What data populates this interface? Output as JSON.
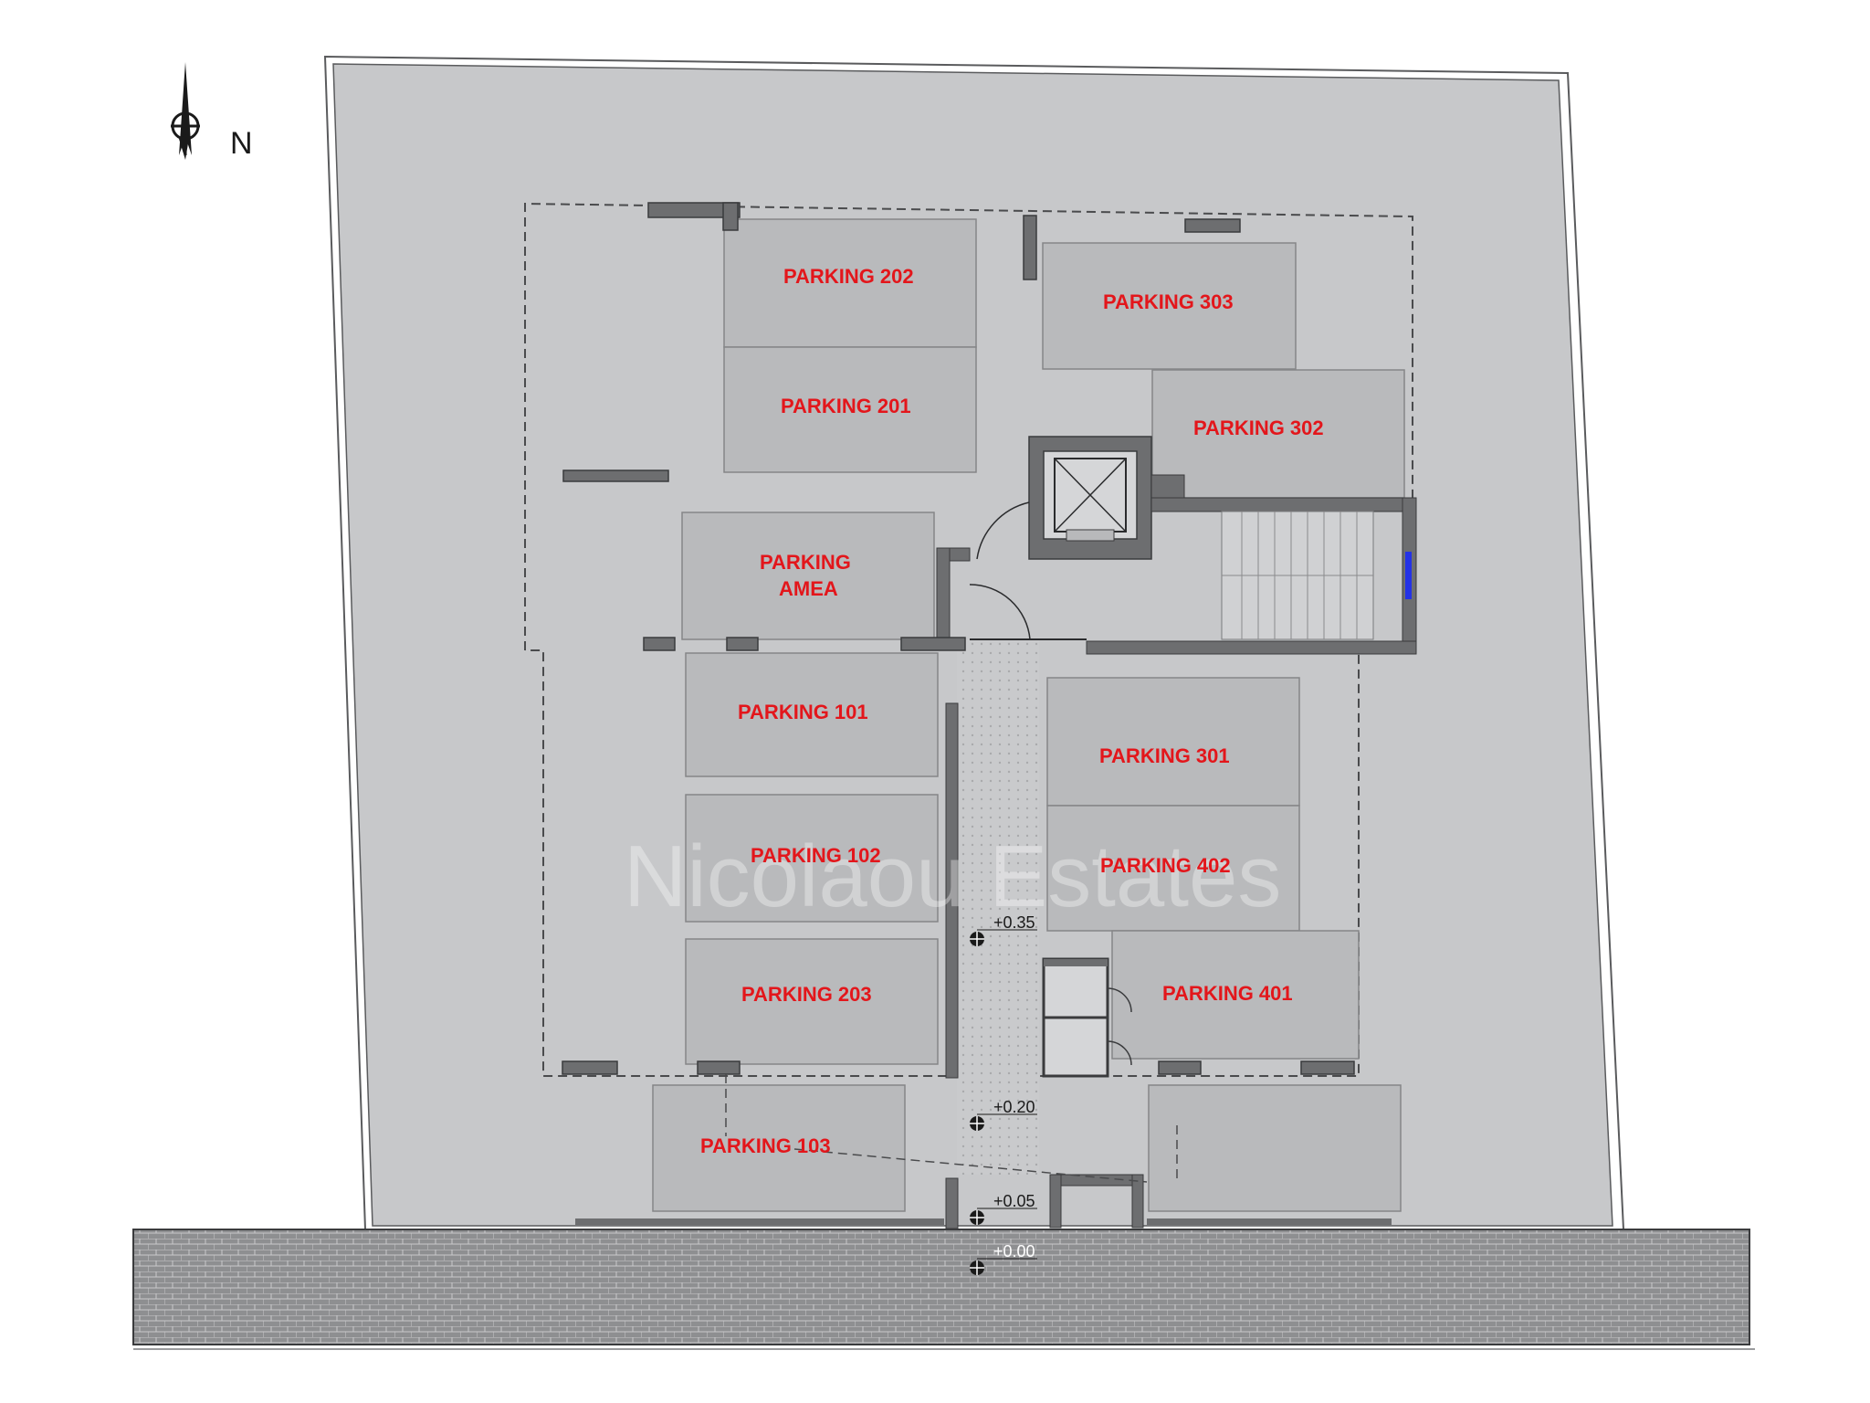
{
  "compass": {
    "label": "N",
    "icon": "north-arrow-icon"
  },
  "watermark": "Nicolaou Estates",
  "colors": {
    "plot": "#c7c8ca",
    "bay": "#b9babc",
    "wall": "#6d6e70",
    "label": "#e3161b",
    "road": "#8a8b8d",
    "window": "#2433e6"
  },
  "parking_spaces": [
    {
      "id": "202",
      "lines": [
        "PARKING 202"
      ]
    },
    {
      "id": "201",
      "lines": [
        "PARKING 201"
      ]
    },
    {
      "id": "303",
      "lines": [
        "PARKING 303"
      ]
    },
    {
      "id": "302",
      "lines": [
        "PARKING 302"
      ]
    },
    {
      "id": "amea",
      "lines": [
        "PARKING",
        "AMEA"
      ]
    },
    {
      "id": "101",
      "lines": [
        "PARKING 101"
      ]
    },
    {
      "id": "102",
      "lines": [
        "PARKING 102"
      ]
    },
    {
      "id": "203",
      "lines": [
        "PARKING 203"
      ]
    },
    {
      "id": "301",
      "lines": [
        "PARKING 301"
      ]
    },
    {
      "id": "402",
      "lines": [
        "PARKING 402"
      ]
    },
    {
      "id": "401",
      "lines": [
        "PARKING 401"
      ]
    },
    {
      "id": "103",
      "lines": [
        "PARKING 103"
      ]
    },
    {
      "id": "unlabeled",
      "lines": []
    }
  ],
  "level_marks": [
    "+0.35",
    "+0.20",
    "+0.05",
    "+0.00"
  ]
}
